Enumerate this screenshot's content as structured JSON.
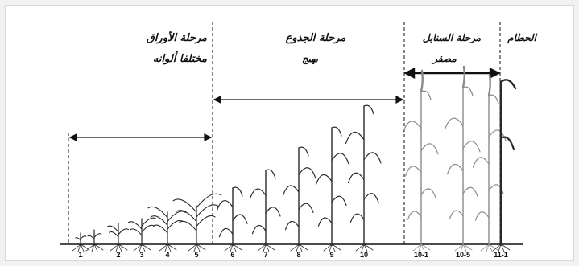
{
  "stages": {
    "leaf": {
      "line1": "مرحلة الأوراق",
      "line2": "مختلفا ألوانه"
    },
    "jointing": {
      "line1": "مرحلة الجذوع",
      "line2": "بهيج"
    },
    "heading": {
      "line1": "مرحلة السنابل",
      "line2": "مصفر"
    },
    "ripening": {
      "line1": "الحطام"
    }
  },
  "stage_numbers": [
    "1",
    "2",
    "3",
    "4",
    "5",
    "6",
    "7",
    "8",
    "9",
    "10",
    "10-1",
    "10-5",
    "11-1"
  ],
  "colors": {
    "ink": "#111111",
    "plant": "#2a2a2a",
    "faded_plant": "#8a8a8a"
  }
}
